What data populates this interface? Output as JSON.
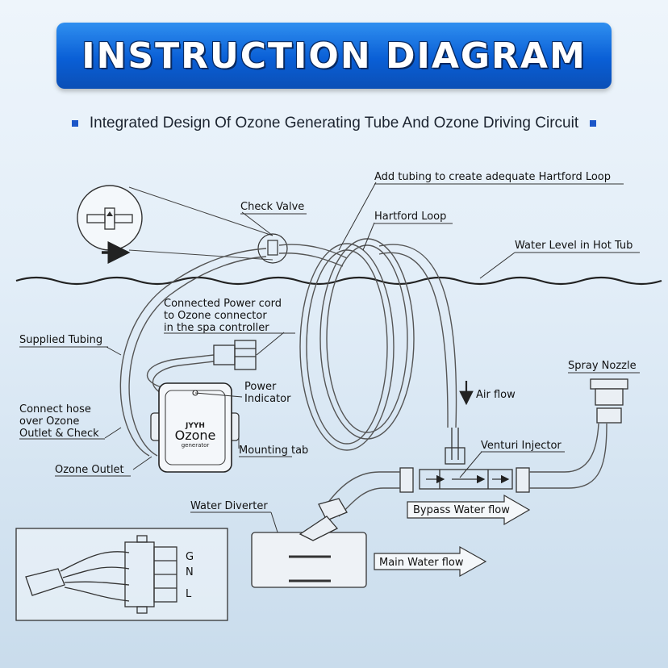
{
  "header": {
    "title": "INSTRUCTION DIAGRAM",
    "subtitle": "Integrated Design Of Ozone Generating Tube And Ozone Driving Circuit"
  },
  "labels": {
    "hartford_note": "Add tubing to create adequate Hartford Loop",
    "check_valve": "Check Valve",
    "hartford_loop": "Hartford Loop",
    "water_level": "Water Level in Hot Tub",
    "power_cord_1": "Connected Power cord",
    "power_cord_2": "to Ozone connector",
    "power_cord_3": "in the spa controller",
    "supplied_tubing": "Supplied Tubing",
    "power_indicator_1": "Power",
    "power_indicator_2": "Indicator",
    "air_flow": "Air flow",
    "spray_nozzle": "Spray Nozzle",
    "connect_hose_1": "Connect hose",
    "connect_hose_2": "over Ozone",
    "connect_hose_3": "Outlet & Check",
    "mounting_tab": "Mounting tab",
    "venturi_injector": "Venturi Injector",
    "ozone_outlet": "Ozone Outlet",
    "bypass_flow": "Bypass Water flow",
    "water_diverter": "Water Diverter",
    "main_flow": "Main Water flow"
  },
  "device": {
    "brand": "JYYH",
    "name": "Ozone",
    "sub": "generator"
  },
  "connector_pins": [
    "G",
    "N",
    "L"
  ],
  "colors": {
    "banner": "#0a5fd6",
    "bullet": "#1b56c8",
    "line": "#222222"
  }
}
